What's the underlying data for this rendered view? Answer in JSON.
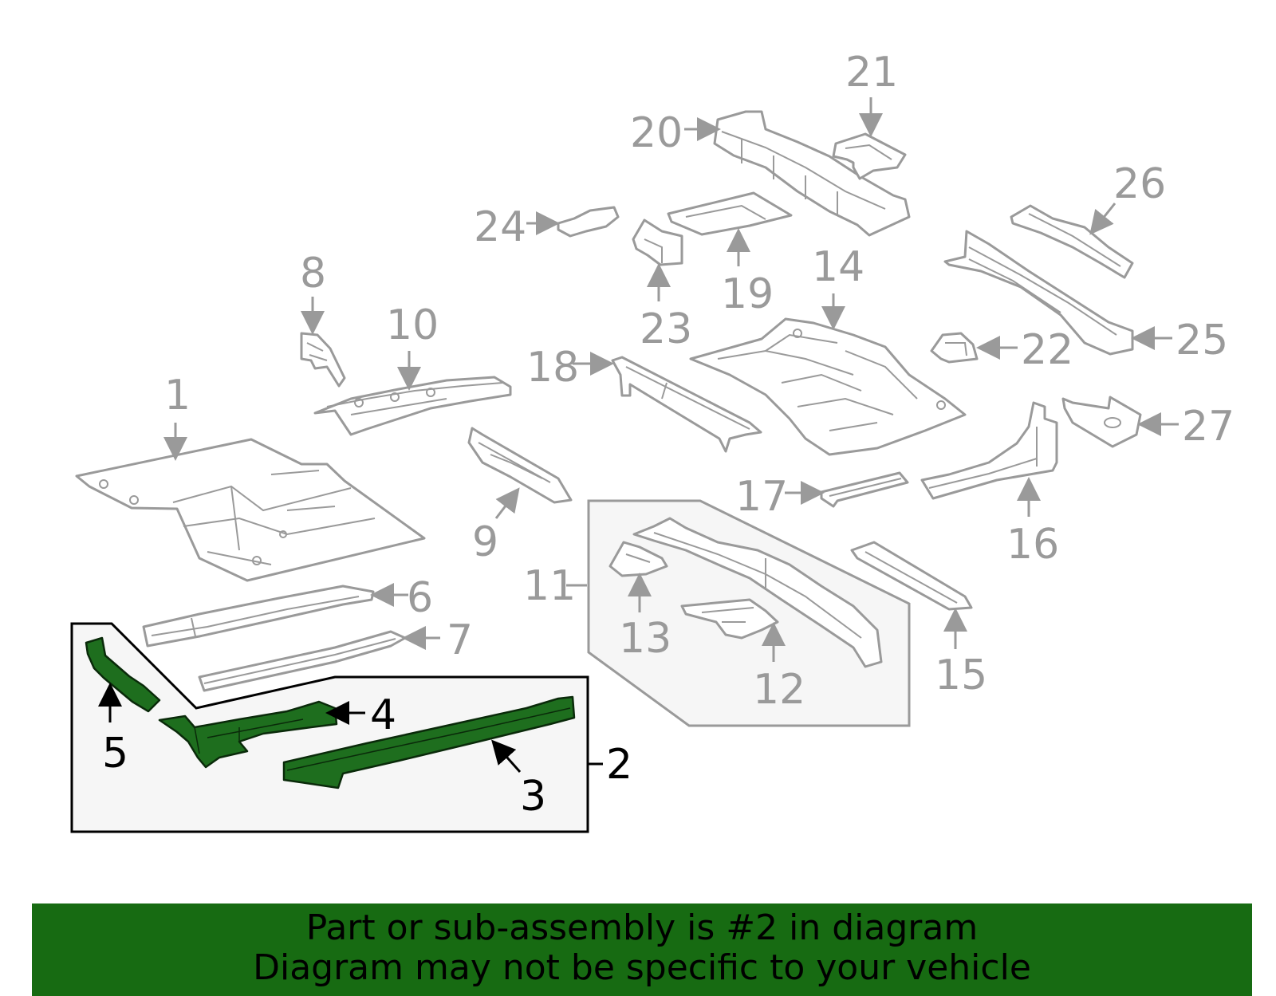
{
  "diagram": {
    "callouts": {
      "c1": "1",
      "c2": "2",
      "c3": "3",
      "c4": "4",
      "c5": "5",
      "c6": "6",
      "c7": "7",
      "c8": "8",
      "c9": "9",
      "c10": "10",
      "c11": "11",
      "c12": "12",
      "c13": "13",
      "c14": "14",
      "c15": "15",
      "c16": "16",
      "c17": "17",
      "c18": "18",
      "c19": "19",
      "c20": "20",
      "c21": "21",
      "c22": "22",
      "c23": "23",
      "c24": "24",
      "c25": "25",
      "c26": "26",
      "c27": "27"
    },
    "highlight_color": "#1e6e1e",
    "line_color": "#9a9a9a"
  },
  "footer": {
    "line1": "Part or sub-assembly is #2 in diagram",
    "line2": "Diagram may not be specific to your vehicle",
    "background": "#176b12"
  }
}
